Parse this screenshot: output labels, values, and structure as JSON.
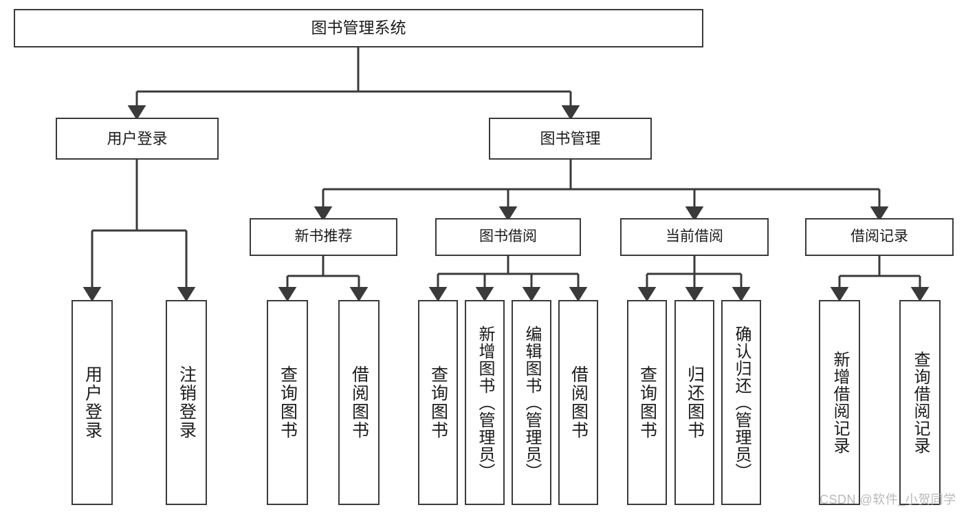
{
  "diagram": {
    "title": "图书管理系统",
    "type": "tree-hierarchy-chart",
    "orientation": "top-down",
    "line_color": "#3a3a3a",
    "box_fill": "#ffffff",
    "text_color": "#1b1b1b"
  },
  "nodes": {
    "root": {
      "label": "图书管理系统"
    },
    "level1": [
      {
        "label": "用户登录"
      },
      {
        "label": "图书管理"
      }
    ],
    "level2": [
      {
        "label": "新书推荐"
      },
      {
        "label": "图书借阅"
      },
      {
        "label": "当前借阅"
      },
      {
        "label": "借阅记录"
      }
    ],
    "leaves": {
      "user_login": [
        {
          "label": "用户登录"
        },
        {
          "label": "注销登录"
        }
      ],
      "new_book_recommend": [
        {
          "label": "查询图书"
        },
        {
          "label": "借阅图书"
        }
      ],
      "book_borrow": [
        {
          "label": "查询图书"
        },
        {
          "label": "新增图书（管理员）"
        },
        {
          "label": "编辑图书（管理员）"
        },
        {
          "label": "借阅图书"
        }
      ],
      "current_borrow": [
        {
          "label": "查询图书"
        },
        {
          "label": "归还图书"
        },
        {
          "label": "确认归还（管理员）"
        }
      ],
      "borrow_record": [
        {
          "label": "新增借阅记录"
        },
        {
          "label": "查询借阅记录"
        }
      ]
    }
  },
  "watermark": {
    "text": "CSDN @软件_小贺同学"
  }
}
